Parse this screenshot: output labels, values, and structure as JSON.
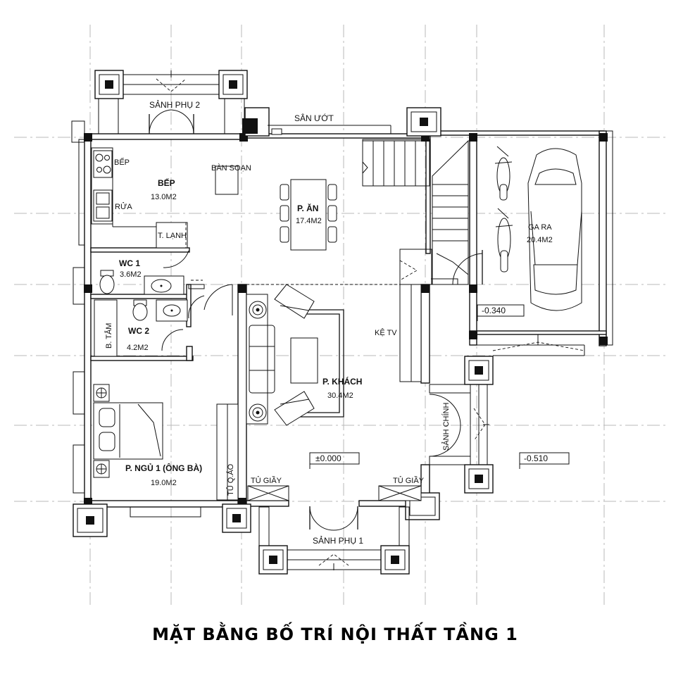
{
  "drawing": {
    "title": "MẶT BẰNG BỐ TRÍ NỘI THẤT TẦNG 1"
  },
  "rooms": {
    "sanh_phu_2": "SẢNH PHỤ 2",
    "san_uot": "SÂN ƯỚT",
    "bep_fixture": "BẾP",
    "bep_name": "BẾP",
    "bep_area": "13.0M2",
    "rua": "RỬA",
    "t_lanh": "T. LẠNH",
    "ban_soan": "BÀN SOẠN",
    "p_an_name": "P. ĂN",
    "p_an_area": "17.4M2",
    "wc1_name": "WC 1",
    "wc1_area": "3.6M2",
    "wc2_name": "WC 2",
    "wc2_area": "4.2M2",
    "b_tam": "B. TẮM",
    "gara_name": "GA RA",
    "gara_area": "20.4M2",
    "ke_tv": "KỆ TV",
    "p_khach_name": "P. KHÁCH",
    "p_khach_area": "30.4M2",
    "sanh_chinh": "SẢNH CHÍNH",
    "p_ngu_name": "P. NGỦ 1 (ÔNG BÀ)",
    "p_ngu_area": "19.0M2",
    "tu_quan_ao": "TỦ Q.ÁO",
    "tu_giay_left": "TỦ GIẦY",
    "tu_giay_right": "TỦ GIẦY",
    "sanh_phu_1": "SẢNH PHỤ 1"
  },
  "levels": {
    "gara": "-0.340",
    "floor": "±0.000",
    "outside": "-0.510"
  }
}
